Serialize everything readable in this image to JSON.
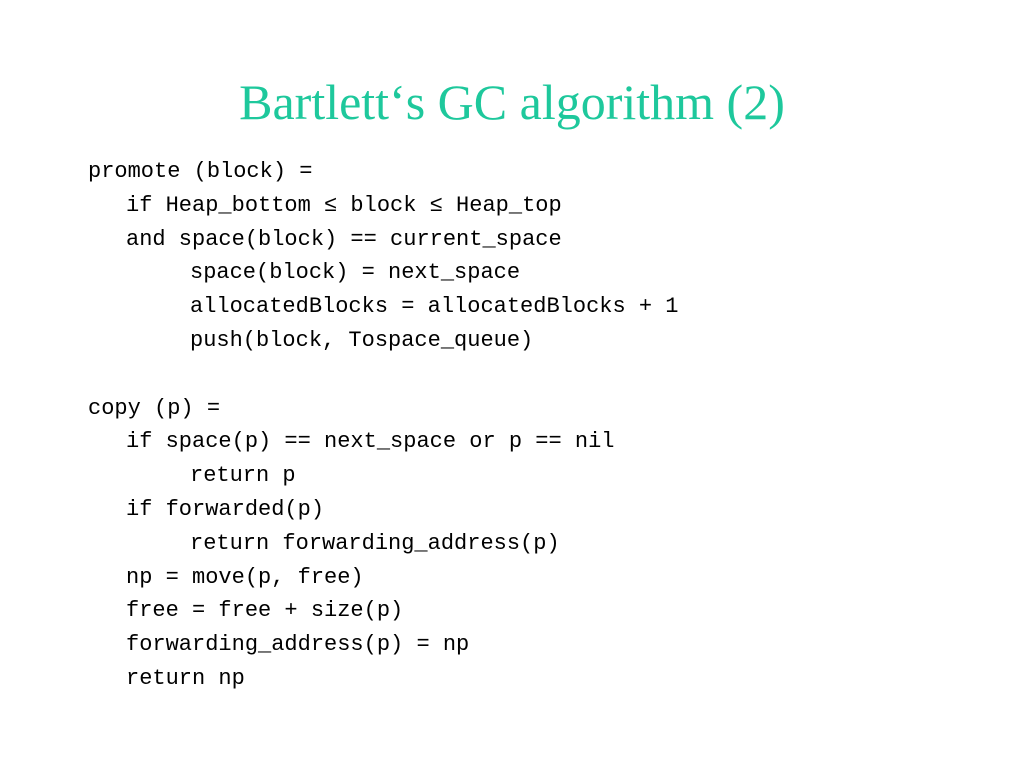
{
  "slide": {
    "title": "Bartlett‘s GC algorithm (2)",
    "title_color": "#1ec89c",
    "text_color": "#000000",
    "code_lines": [
      {
        "text": "promote (block) =",
        "indent": 0
      },
      {
        "text": "if Heap_bottom ≤ block ≤ Heap_top",
        "indent": 1
      },
      {
        "text": "and space(block) == current_space",
        "indent": 1
      },
      {
        "text": "space(block) = next_space",
        "indent": 2
      },
      {
        "text": "allocatedBlocks = allocatedBlocks + 1",
        "indent": 2
      },
      {
        "text": "push(block, Tospace_queue)",
        "indent": 2
      },
      {
        "text": "",
        "indent": 0
      },
      {
        "text": "copy (p) =",
        "indent": 0
      },
      {
        "text": "if space(p) == next_space or p == nil",
        "indent": 1
      },
      {
        "text": "return p",
        "indent": 2
      },
      {
        "text": "if forwarded(p)",
        "indent": 1
      },
      {
        "text": "return forwarding_address(p)",
        "indent": 2
      },
      {
        "text": "np = move(p, free)",
        "indent": 1
      },
      {
        "text": "free = free + size(p)",
        "indent": 1
      },
      {
        "text": "forwarding_address(p) = np",
        "indent": 1
      },
      {
        "text": "return np",
        "indent": 1
      }
    ]
  }
}
